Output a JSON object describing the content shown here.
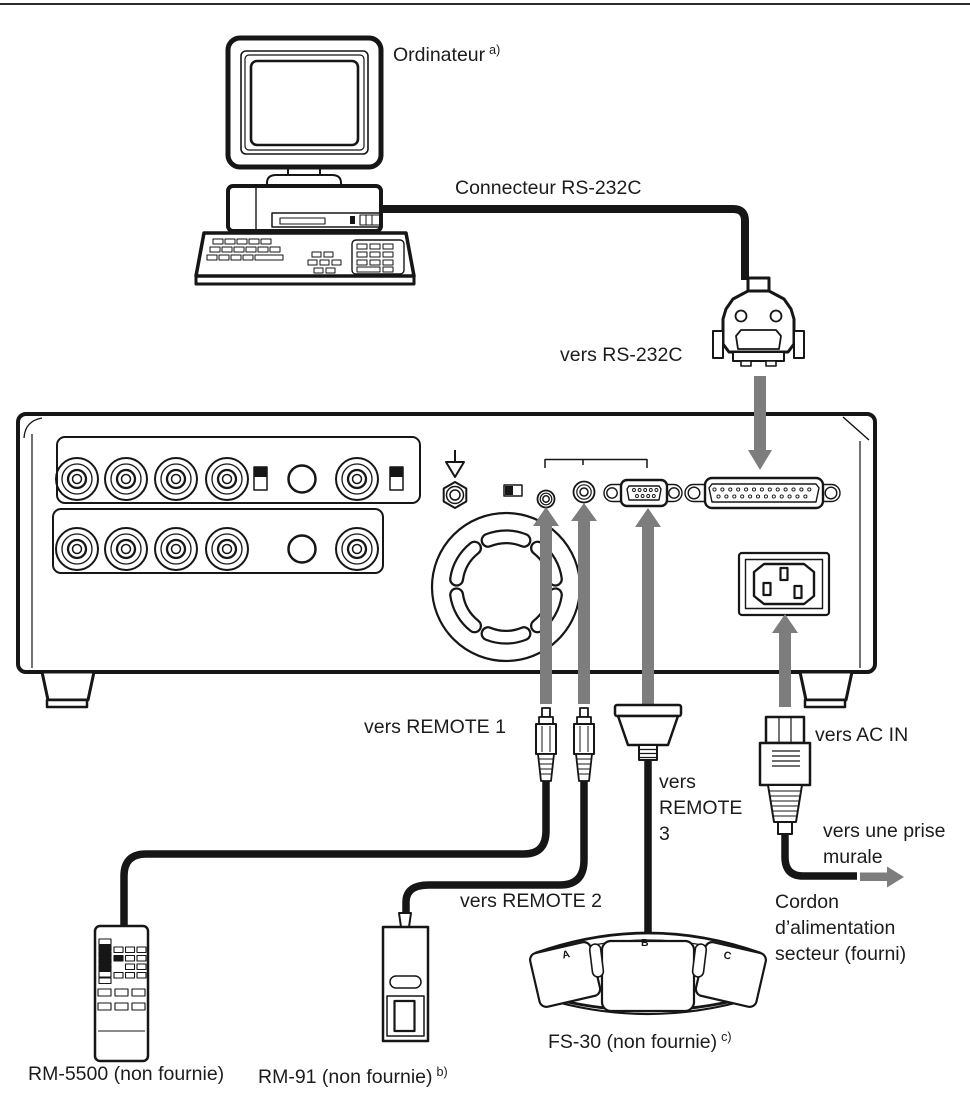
{
  "labels": {
    "computer": "Ordinateur",
    "computer_note": "a)",
    "rs232c_connector": "Connecteur RS-232C",
    "to_rs232c": "vers RS-232C",
    "to_remote1": "vers REMOTE 1",
    "to_remote2": "vers REMOTE 2",
    "to_remote3_line1": "vers",
    "to_remote3_line2": "REMOTE",
    "to_remote3_line3": "3",
    "to_ac_in": "vers AC IN",
    "to_wall_line1": "vers une prise",
    "to_wall_line2": "murale",
    "power_cord_line1": "Cordon",
    "power_cord_line2": "d’alimentation",
    "power_cord_line3": "secteur (fourni)",
    "rm5500": "RM-5500 (non fournie)",
    "rm91": "RM-91 (non fournie)",
    "rm91_note": "b)",
    "fs30": "FS-30 (non fournie)",
    "fs30_note": "c)",
    "pedal_a": "A",
    "pedal_b": "B",
    "pedal_c": "C"
  },
  "colors": {
    "line": "#161616",
    "arrow_gray": "#7d7d7d",
    "background": "#ffffff"
  }
}
